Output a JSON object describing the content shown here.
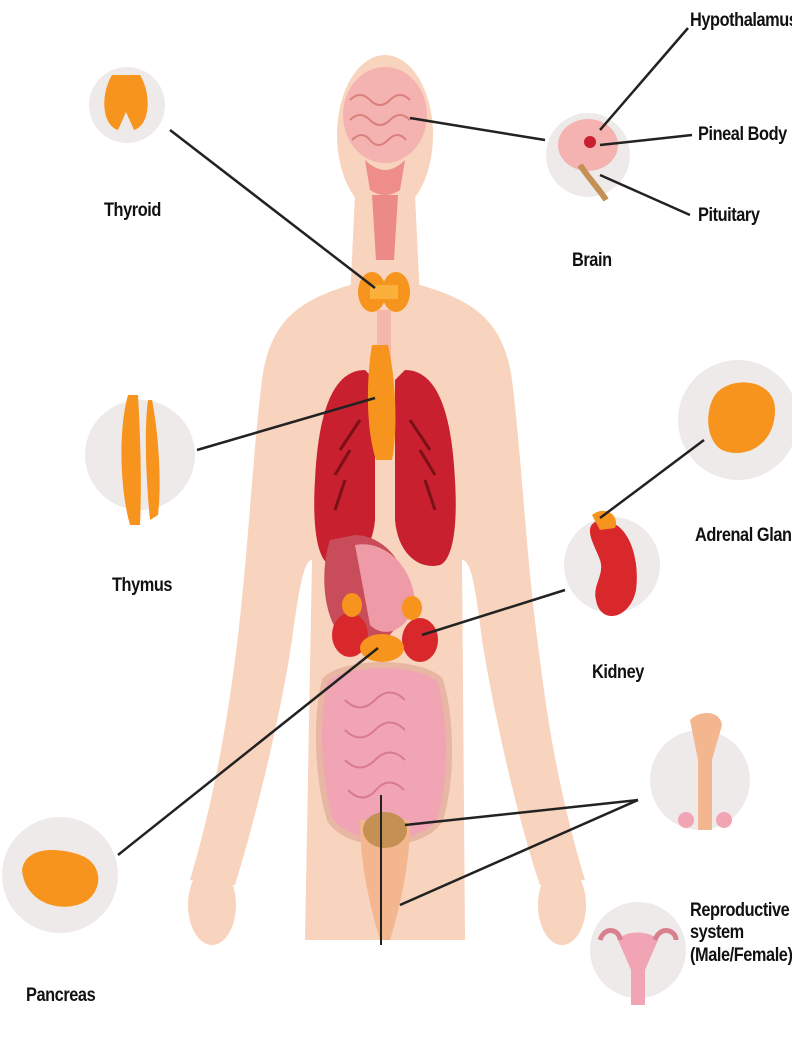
{
  "labels": {
    "hypothalamus": "Hypothalamus",
    "pineal": "Pineal Body",
    "pituitary": "Pituitary",
    "brain": "Brain",
    "thyroid": "Thyroid",
    "thymus": "Thymus",
    "adrenal": "Adrenal Gland",
    "kidney": "Kidney",
    "pancreas": "Pancreas",
    "reproductive_line1": "Reproductive",
    "reproductive_line2": "system",
    "reproductive_line3": "(Male/Female)"
  },
  "colors": {
    "skin": "#f8d3bd",
    "circle": "#eeeaea",
    "gland": "#f7941d",
    "gland_light": "#fbb03b",
    "lung": "#c8202f",
    "organ_pink": "#ee9aa7",
    "line": "#222222"
  }
}
